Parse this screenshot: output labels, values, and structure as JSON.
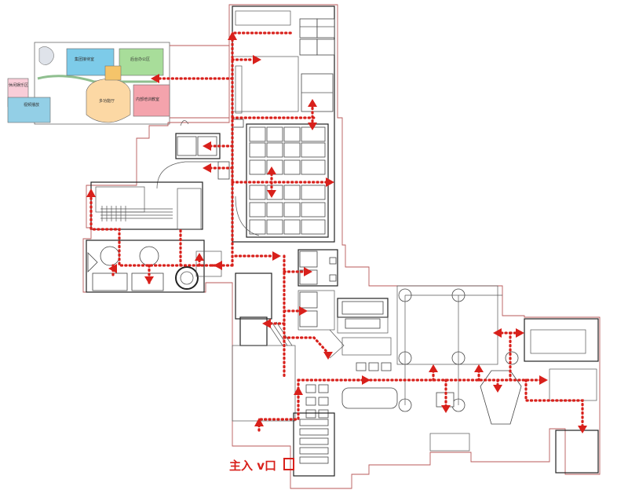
{
  "entrance": {
    "label": "主入 v口"
  },
  "zones": [
    {
      "label": "集团接待室",
      "color": "#7dcbe9"
    },
    {
      "label": "后台办公区",
      "color": "#a8dd9a"
    },
    {
      "label": "休闲娱乐区",
      "color": "#f9cdd8"
    },
    {
      "label": "视频播放",
      "color": "#93cfe6"
    },
    {
      "label": "多功能厅",
      "color": "#fcd8a4"
    },
    {
      "label": "内部培训教室",
      "color": "#f4a3ac"
    }
  ],
  "colors": {
    "route": "#d8201b",
    "walls": "#222222",
    "outline": "#b85a5a"
  }
}
